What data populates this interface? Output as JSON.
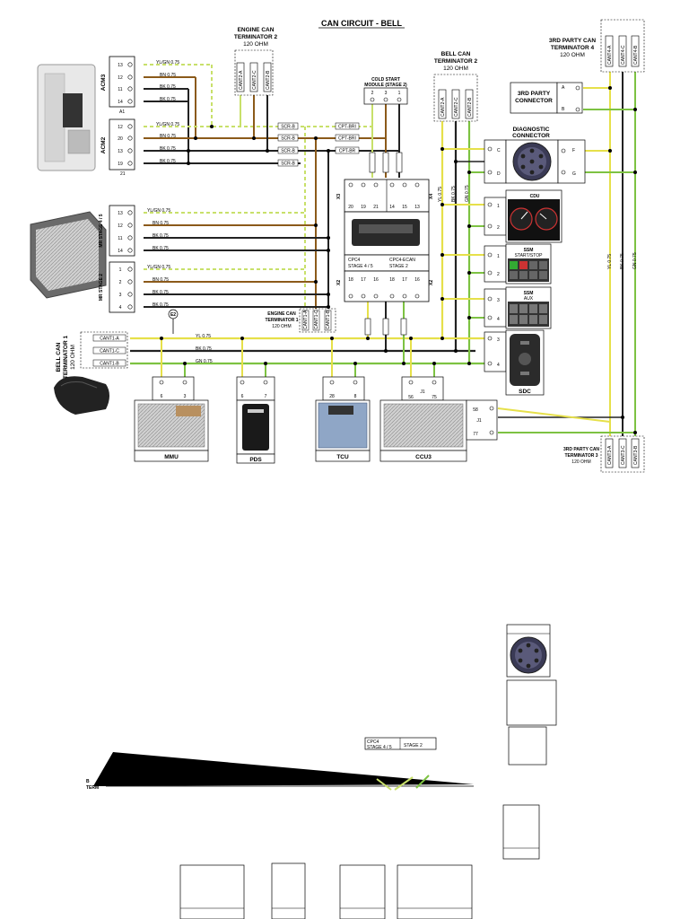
{
  "title": "CAN CIRCUIT - BELL",
  "terminators": {
    "engine2": {
      "line1": "ENGINE CAN",
      "line2": "TERMINATOR  2",
      "line3": "120 OHM",
      "pins": [
        "CANT2-A",
        "CANT2-C",
        "CANT2-B"
      ]
    },
    "bell2": {
      "line1": "BELL CAN",
      "line2": "TERMINATOR  2",
      "line3": "120 OHM",
      "pins": [
        "CANT2-A",
        "CANT2-C",
        "CANT2-B"
      ]
    },
    "party4": {
      "line1": "3RD PARTY CAN",
      "line2": "TERMINATOR  4",
      "line3": "120 OHM",
      "pins": [
        "CANT4-A",
        "CANT4-C",
        "CANT4-B"
      ]
    },
    "engine1": {
      "line1": "ENGINE CAN",
      "line2": "TERMINATOR  1",
      "line3": "120 OHM",
      "pins": [
        "CANT1-A",
        "CANT1-C",
        "CANT1-B"
      ]
    },
    "bell1": {
      "line1": "BELL CAN",
      "line2": "TERMINATOR  1",
      "line3": "120 OHM",
      "pins": [
        "CANT1-A",
        "CANT1-C",
        "CANT1-B"
      ]
    },
    "party3": {
      "line1": "3RD PARTY CAN",
      "line2": "TERMINATOR  3",
      "line3": "120 OHM",
      "pins": [
        "CANT3-A",
        "CANT3-C",
        "CANT3-B"
      ]
    }
  },
  "cold_start": {
    "line1": "COLD START",
    "line2": "MODULE (STAGE 2)",
    "pins": [
      "2",
      "3",
      "1"
    ],
    "tags": [
      "CPT-BRI",
      "CPT-BRI",
      "CPT-BR"
    ]
  },
  "acm3": {
    "label": "ACM3",
    "pins": [
      "13",
      "12",
      "11",
      "14"
    ],
    "wires": [
      "YL/GN 0.75",
      "BN 0.75",
      "BK 0.75",
      "BK 0.75"
    ]
  },
  "acm2": {
    "label": "ACM2",
    "sub": "A1",
    "pins": [
      "12",
      "20",
      "13",
      "19"
    ],
    "wires": [
      "YL/GN 0.75",
      "BN 0.75",
      "BK 0.75",
      "BK 0.75"
    ],
    "conn": "21"
  },
  "engine_tags": [
    "SCR-B",
    "SCR-B",
    "SCR-B",
    "SCR-B"
  ],
  "mr45": {
    "label": "MR STAGE 4 / 5",
    "pins": [
      "13",
      "12",
      "11",
      "14"
    ],
    "wires": [
      "YL/GN 0.75",
      "BN 0.75",
      "BK 0.75",
      "BK 0.75"
    ]
  },
  "mr2": {
    "label": "MR STAGE 2",
    "pins": [
      "1",
      "2",
      "3",
      "4"
    ],
    "wires": [
      "YL/GN 0.75",
      "BN 0.75",
      "BK 0.75",
      "BK 0.75"
    ]
  },
  "cpc": {
    "x3": "X3",
    "x4": "X4",
    "x2": "X2",
    "x2r": "X2",
    "top_pins": [
      "20",
      "19",
      "21",
      "14",
      "15",
      "13"
    ],
    "bot_pins": [
      "18",
      "17",
      "16",
      "18",
      "17",
      "16"
    ],
    "left_label1": "CPC4",
    "left_label2": "STAGE 4 / 5",
    "right_label1": "CPC4-ECAN",
    "right_label2": "STAGE 2"
  },
  "vert_wires": {
    "yl": "YL 0.75",
    "bk": "BK 0.75",
    "gn": "GN 0.75"
  },
  "bus_wires": [
    "YL 0.75",
    "BK 0.75",
    "GN 0.75"
  ],
  "right_wires": [
    "YL 0.75",
    "BK 0.75",
    "GN 0.75"
  ],
  "e2": "E2",
  "party_connector": {
    "line1": "3RD PARTY",
    "line2": "CONNECTOR",
    "pins": [
      "A",
      "B"
    ]
  },
  "diag": {
    "line1": "DIAGNOSTIC",
    "line2": "CONNECTOR",
    "pins_left": [
      "C",
      "D"
    ],
    "pins_right": [
      "F",
      "G"
    ]
  },
  "cdu": {
    "label": "CDU",
    "pins": [
      "1",
      "2"
    ]
  },
  "ssm1": {
    "label": "SSM",
    "sub": "START/STOP",
    "pins": [
      "1",
      "2"
    ]
  },
  "ssm2": {
    "label": "SSM",
    "sub": "AUX",
    "pins": [
      "3",
      "4"
    ]
  },
  "sdc": {
    "label": "SDC",
    "pins": [
      "3",
      "4"
    ]
  },
  "mmu": {
    "label": "MMU",
    "pins": [
      "6",
      "3"
    ]
  },
  "pds": {
    "label": "PDS",
    "pins": [
      "6",
      "7"
    ]
  },
  "tcu": {
    "label": "TCU",
    "pins": [
      "28",
      "8"
    ]
  },
  "ccu3": {
    "label": "CCU3",
    "pins": [
      "56",
      "75"
    ],
    "conn": "J1",
    "side_pins": [
      "58",
      "77"
    ],
    "side_conn": "J1"
  },
  "ghost": {
    "cpc_l1": "CPC4",
    "cpc_l2": "STAGE 4 / 5",
    "cpc_r": "STAGE 2"
  }
}
